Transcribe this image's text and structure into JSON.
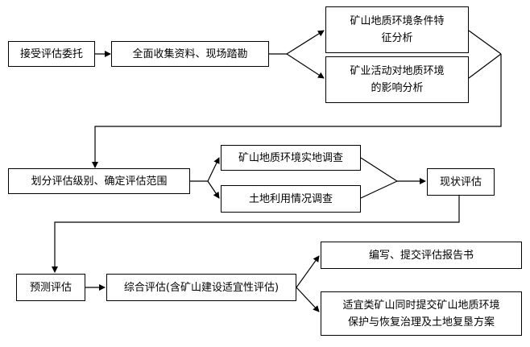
{
  "flowchart": {
    "nodes": {
      "accept_commission": "接受评估委托",
      "collect_data": "全面收集资料、现场踏勘",
      "env_conditions": [
        "矿山地质环境条件特",
        "征分析"
      ],
      "mining_impact": [
        "矿业活动对地质环境",
        "的影响分析"
      ],
      "classify_scope": "划分评估级别、确定评估范围",
      "field_survey": "矿山地质环境实地调查",
      "land_use_survey": "土地利用情况调查",
      "status_assessment": "现状评估",
      "prediction": "预测评估",
      "comprehensive": "综合评估(含矿山建设适宜性评估)",
      "write_report": "编写、提交评估报告书",
      "plan_submission": [
        "适宜类矿山同时提交矿山地质环境",
        "保护与恢复治理及土地复垦方案"
      ]
    }
  }
}
